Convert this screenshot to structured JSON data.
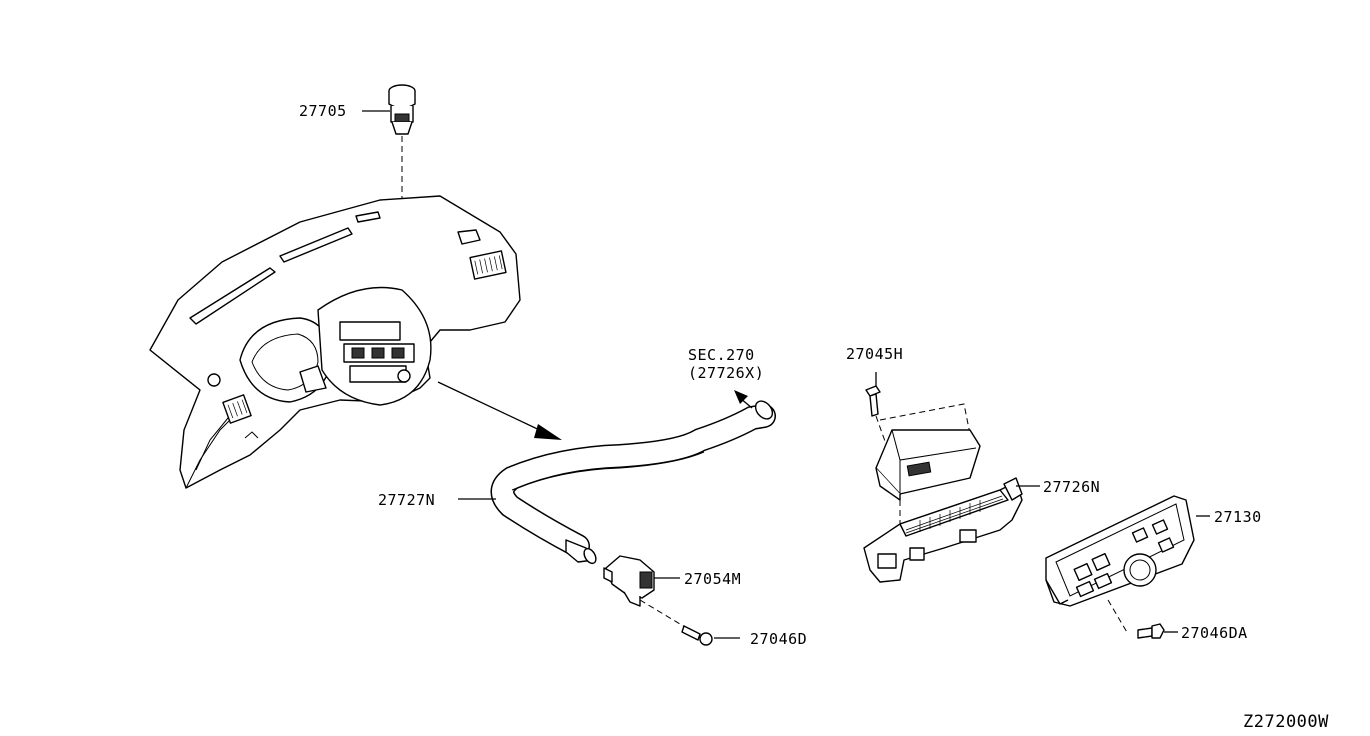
{
  "labels": {
    "p27705": "27705",
    "sec_ref_line1": "SEC.270",
    "sec_ref_line2": "(27726X)",
    "p27045H": "27045H",
    "p27726N": "27726N",
    "p27727N": "27727N",
    "p27130": "27130",
    "p27054M": "27054M",
    "p27046D": "27046D",
    "p27046DA": "27046DA",
    "diagram_code": "Z272000W"
  }
}
